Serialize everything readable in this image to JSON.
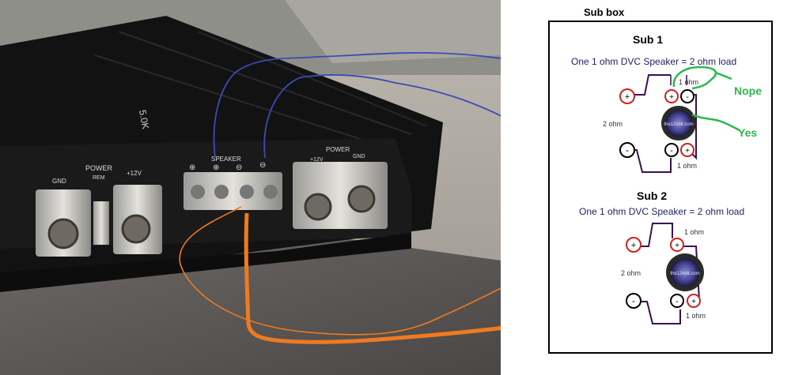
{
  "amp": {
    "model": "5.0K",
    "power_left_label": "POWER",
    "power_left_terms": [
      "GND",
      "REM",
      "+12V"
    ],
    "speaker_label": "SPEAKER",
    "speaker_terms": [
      "⊕",
      "⊕",
      "⊖",
      "⊖"
    ],
    "power_right_label": "POWER",
    "power_right_terms": [
      "+12V",
      "GND"
    ]
  },
  "sub_box": {
    "title": "Sub box",
    "sub1": {
      "title": "Sub 1",
      "subtitle": "One 1 ohm DVC Speaker = 2 ohm load",
      "coil_top": "1 ohm",
      "coil_bottom": "1 ohm",
      "series_label": "2 ohm",
      "logo": "the12volt.com",
      "term_plus": "+",
      "term_minus": "-"
    },
    "sub2": {
      "title": "Sub 2",
      "subtitle": "One 1 ohm DVC Speaker = 2 ohm load",
      "coil_top": "1 ohm",
      "coil_bottom": "1 ohm",
      "series_label": "2 ohm",
      "logo": "the12volt.com",
      "term_plus": "+",
      "term_minus": "-"
    },
    "annotations": {
      "nope": "Nope",
      "yes": "Yes"
    }
  },
  "colors": {
    "blue_wire": "#3a4bb5",
    "orange_wire": "#f07a20",
    "annotation_green": "#2db84a",
    "diagram_line": "#3a1050",
    "plus_red": "#d02020"
  }
}
